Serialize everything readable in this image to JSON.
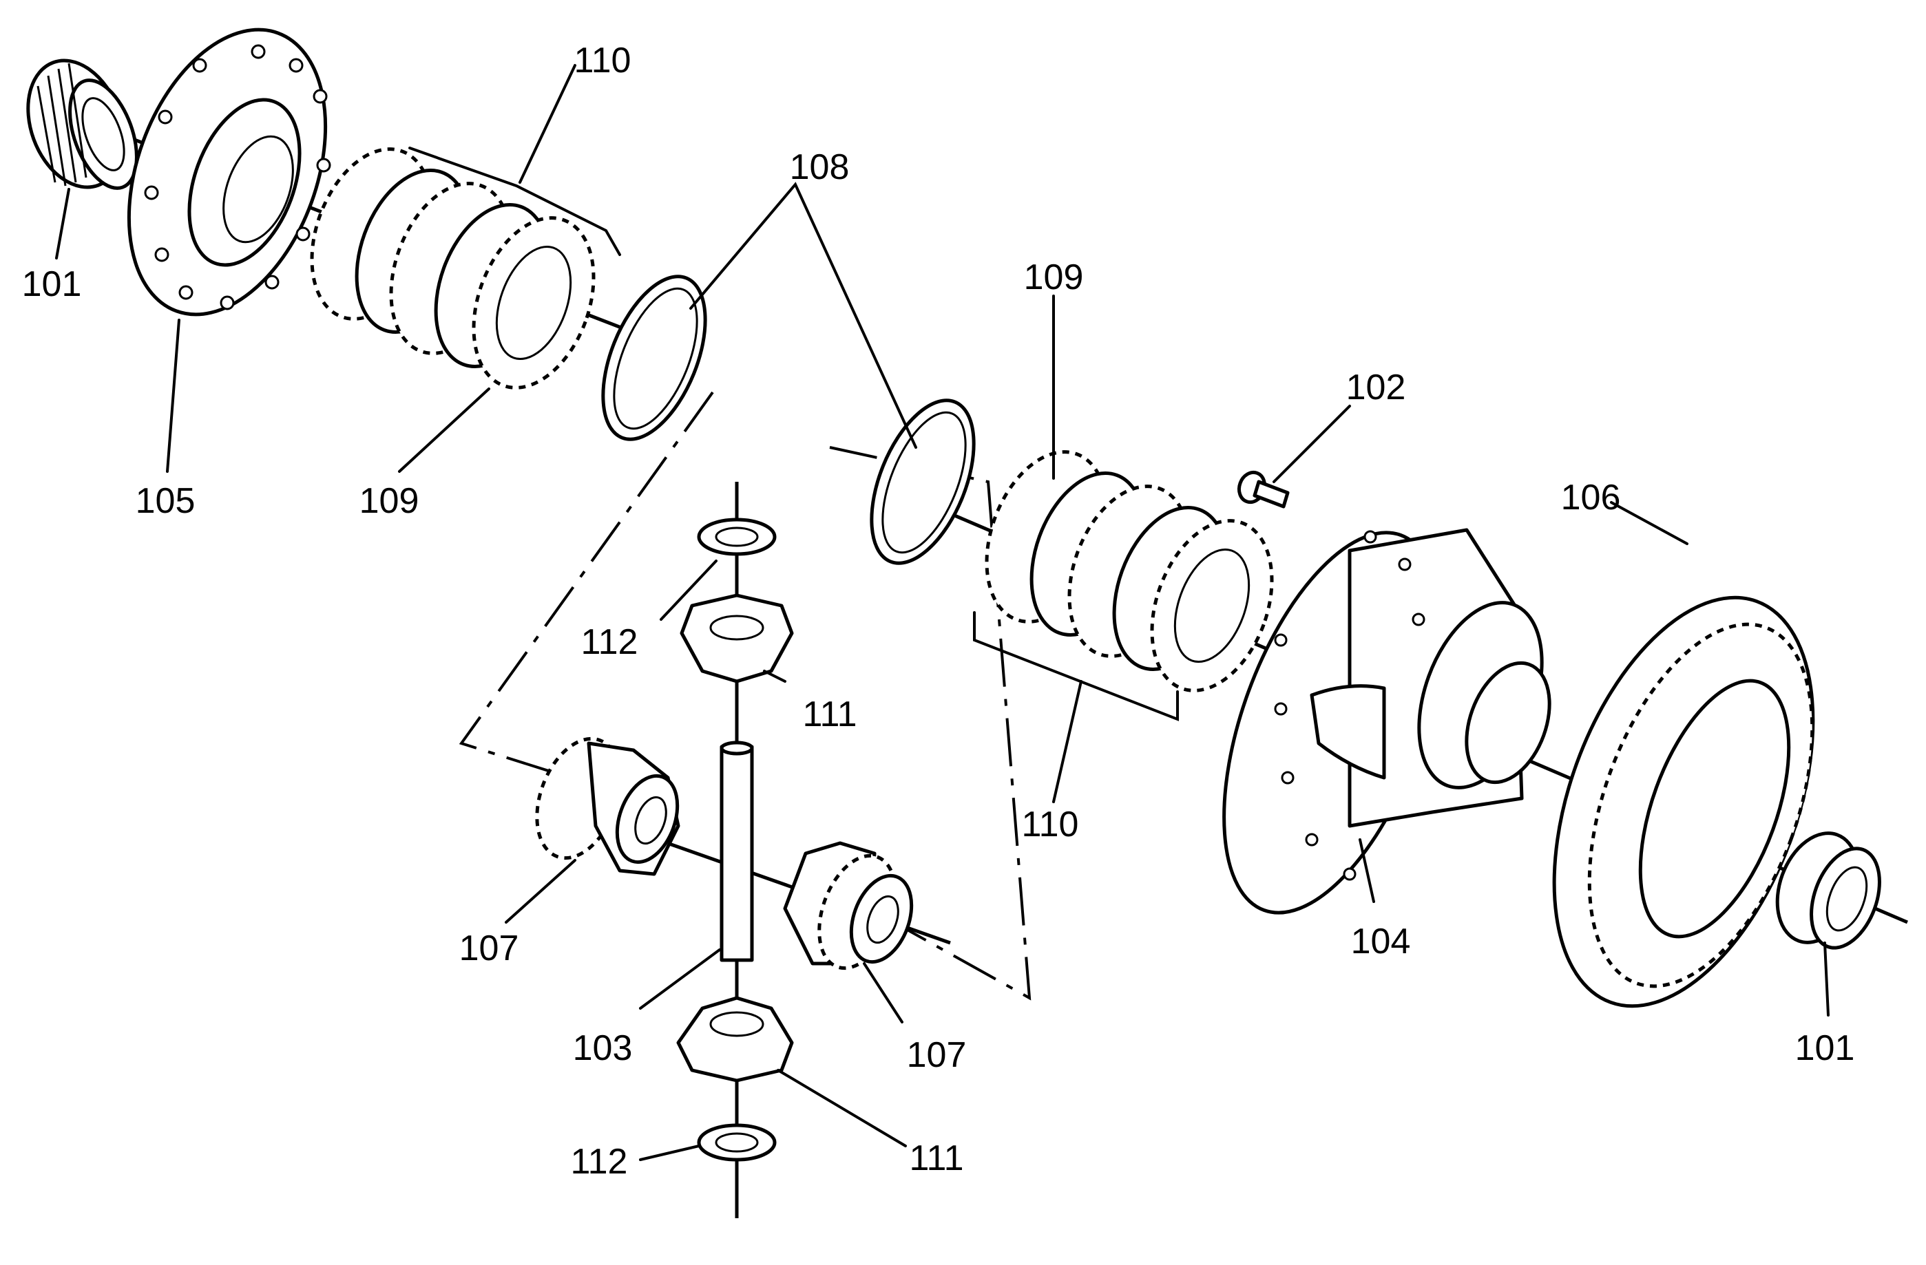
{
  "callouts": {
    "bearing_left": "101",
    "bearing_right": "101",
    "bolt": "102",
    "pinion_shaft": "103",
    "case": "104",
    "case_cover": "105",
    "ring_gear": "106",
    "side_gear_upper": "107",
    "side_gear_lower": "107",
    "thrust_washers": "108",
    "clutch_plates_left": "109",
    "clutch_plates_right": "109",
    "clutch_pack_left": "110",
    "clutch_pack_right": "110",
    "pinion_gear_upper": "111",
    "pinion_gear_lower": "111",
    "pinion_washer_upper": "112",
    "pinion_washer_lower": "112"
  }
}
